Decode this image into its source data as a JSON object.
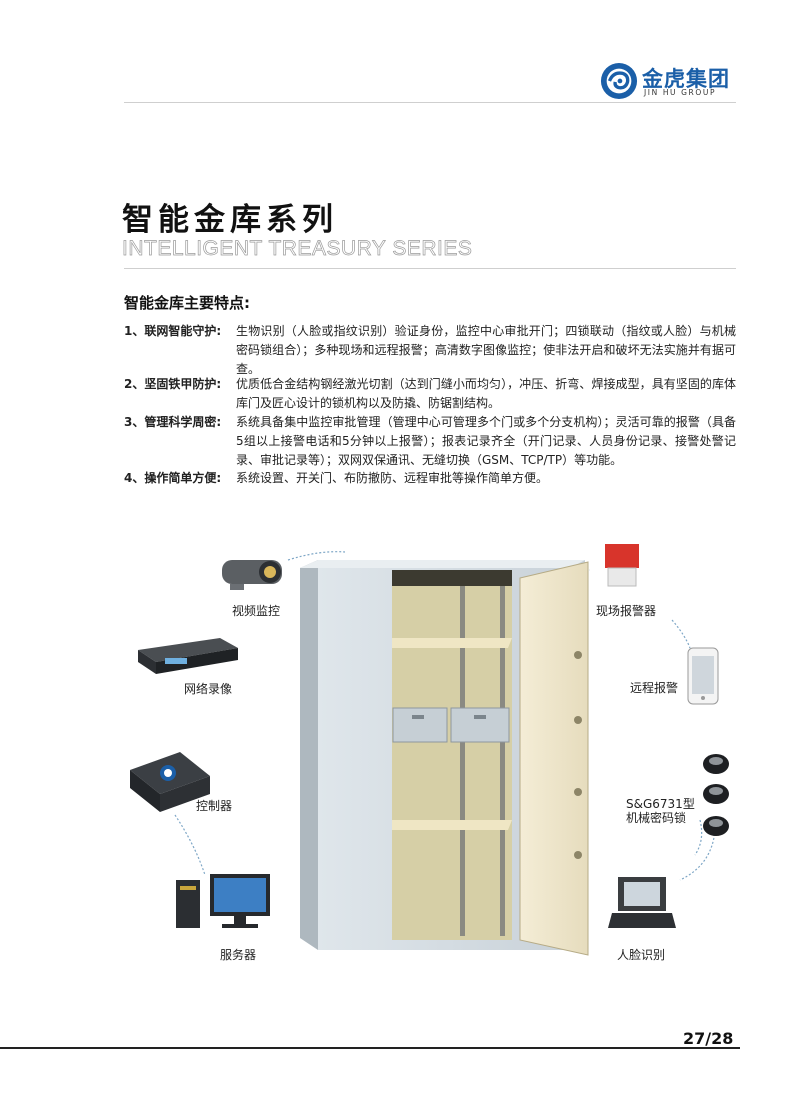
{
  "header": {
    "logo_text": "金虎集团",
    "logo_subtitle": "JIN HU GROUP"
  },
  "title": {
    "chinese": "智能金库系列",
    "english": "INTELLIGENT TREASURY SERIES"
  },
  "features": {
    "heading": "智能金库主要特点:",
    "items": [
      {
        "label": "1、联网智能守护:",
        "text": "生物识别（人脸或指纹识别）验证身份，监控中心审批开门；四锁联动（指纹或人脸）与机械密码锁组合）；多种现场和远程报警；高清数字图像监控；使非法开启和破坏无法实施并有据可查。"
      },
      {
        "label": "2、坚固铁甲防护:",
        "text": "优质低合金结构钢经激光切割（达到门缝小而均匀），冲压、折弯、焊接成型，具有坚固的库体 库门及匠心设计的锁机构以及防撬、防锯割结构。"
      },
      {
        "label": "3、管理科学周密:",
        "text": "系统具备集中监控审批管理（管理中心可管理多个门或多个分支机构）；灵活可靠的报警（具备5组以上接警电话和5分钟以上报警）；报表记录齐全（开门记录、人员身份记录、接警处警记录、审批记录等）；双网双保通讯、无缝切换（GSM、TCP/TP）等功能。"
      },
      {
        "label": "4、操作简单方便:",
        "text": "系统设置、开关门、布防撤防、远程审批等操作简单方便。"
      }
    ]
  },
  "diagram": {
    "labels": {
      "camera": "视频监控",
      "dvr": "网络录像",
      "controller": "控制器",
      "server": "服务器",
      "alarm": "现场报警器",
      "remote": "远程报警",
      "lock_model": "S&G6731型",
      "lock_name": "机械密码锁",
      "face": "人脸识别"
    }
  },
  "footer": {
    "page": "27/28"
  }
}
